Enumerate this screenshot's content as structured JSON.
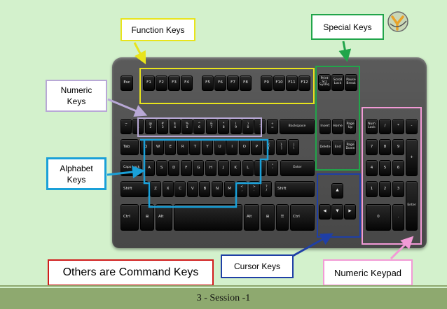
{
  "labels": {
    "function_keys": "Function Keys",
    "special_keys": "Special Keys",
    "numeric_keys": "Numeric\nKeys",
    "alphabet_keys": "Alphabet\nKeys",
    "others": "Others are Command Keys",
    "cursor_keys": "Cursor Keys",
    "numeric_keypad": "Numeric Keypad"
  },
  "footer": {
    "text": "3 - Session -1"
  },
  "colors": {
    "function_keys": "#e8e41c",
    "special_keys": "#21a54a",
    "numeric_keys": "#b8a8d6",
    "alphabet_keys": "#1aa0d8",
    "others": "#d01c1c",
    "cursor_keys": "#1f3fa6",
    "numeric_keypad": "#f29ad6"
  },
  "keys": {
    "esc": "Esc",
    "function_row": [
      "F1",
      "F2",
      "F3",
      "F4",
      "F5",
      "F6",
      "F7",
      "F8",
      "F9",
      "F10",
      "F11",
      "F12"
    ],
    "special": [
      "Print\nScr\nSysRq",
      "Scroll\nLock",
      "Pause\nBreak"
    ],
    "number_row": [
      "~\n`",
      "!\n1",
      "@\n2",
      "#\n3",
      "$\n4",
      "%\n5",
      "^\n6",
      "&\n7",
      "*\n8",
      "(\n9",
      ")\n0",
      "_\n-",
      "+\n="
    ],
    "backspace": "Backspace",
    "tab": "Tab",
    "q_row": [
      "Q",
      "W",
      "E",
      "R",
      "T",
      "Y",
      "U",
      "I",
      "O",
      "P",
      "{\n[",
      "}\n]",
      "|\n\\"
    ],
    "caps": "Caps Lock",
    "a_row": [
      "A",
      "S",
      "D",
      "F",
      "G",
      "H",
      "J",
      "K",
      "L",
      ":\n;",
      "\"\n'"
    ],
    "enter": "Enter",
    "shift": "Shift",
    "z_row": [
      "Z",
      "X",
      "C",
      "V",
      "B",
      "N",
      "M",
      "<\n,",
      ">\n.",
      "?\n/"
    ],
    "ctrl": "Ctrl",
    "alt": "Alt",
    "nav": [
      "Insert",
      "Home",
      "Page\nUp",
      "Delete",
      "End",
      "Page\nDown"
    ],
    "keypad": [
      "Num\nLock",
      "/",
      "*",
      "-",
      "7",
      "8",
      "9",
      "+",
      "4",
      "5",
      "6",
      "1",
      "2",
      "3",
      "Enter",
      "0",
      "."
    ]
  }
}
